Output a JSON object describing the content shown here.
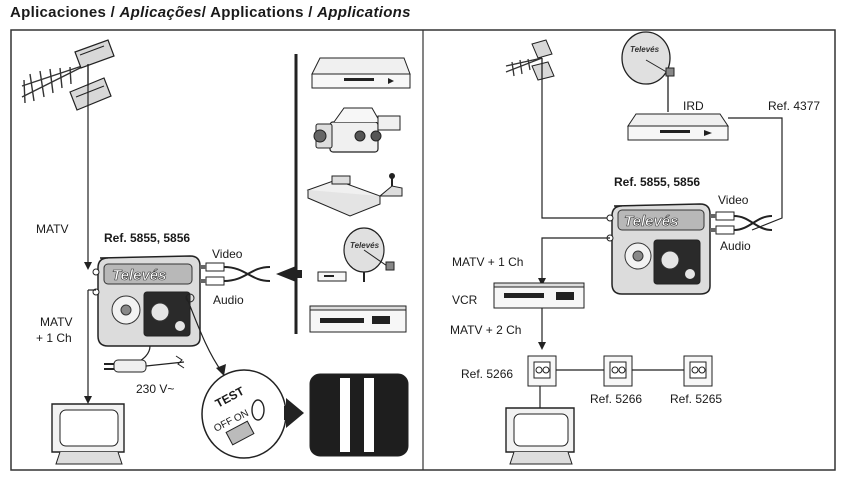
{
  "header": {
    "es": "Aplicaciones",
    "pt": "Aplicações",
    "en1": "Applications",
    "en2": "Applications",
    "sep": "/"
  },
  "left": {
    "matv": "MATV",
    "matv_plus_1": "MATV",
    "plus_1": "+ 1 Ch",
    "ref": "Ref. 5855, 5856",
    "video": "Video",
    "audio": "Audio",
    "voltage": "230 V~",
    "test": "TEST",
    "off": "OFF",
    "on": "ON",
    "brand": "Televés"
  },
  "right": {
    "ird": "IRD",
    "ref_4377": "Ref. 4377",
    "ref": "Ref. 5855, 5856",
    "video": "Video",
    "audio": "Audio",
    "matv_plus_1": "MATV + 1 Ch",
    "vcr": "VCR",
    "matv_plus_2": "MATV + 2 Ch",
    "ref_5266_a": "Ref. 5266",
    "ref_5266_b": "Ref. 5266",
    "ref_5265": "Ref. 5265",
    "brand": "Televés",
    "dish_brand": "Televés"
  }
}
